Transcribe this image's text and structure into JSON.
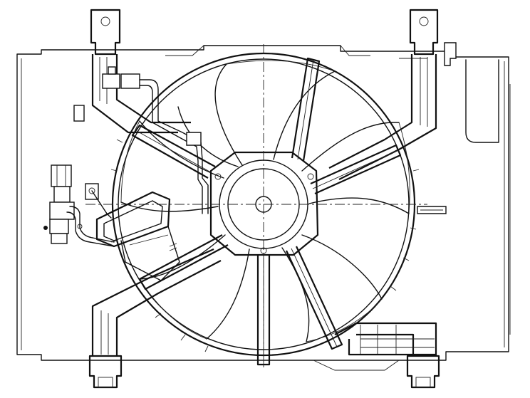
{
  "drawing": {
    "subject": "radiator-cooling-fan-assembly",
    "fan": {
      "blade_count": 11,
      "spoke_count": 5
    },
    "colors": {
      "line": "#111111",
      "background": "#ffffff"
    }
  }
}
